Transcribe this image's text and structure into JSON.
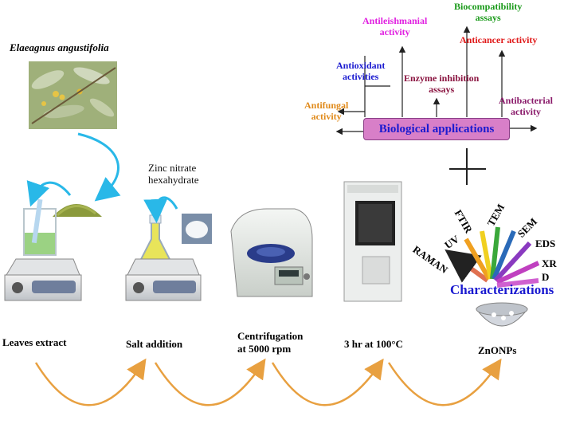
{
  "species": "Elaeagnus angustifolia",
  "reagent": {
    "line1": "Zinc nitrate",
    "line2": "hexahydrate"
  },
  "steps": {
    "leaves": "Leaves extract",
    "salt": "Salt addition",
    "centrifuge_l1": "Centrifugation",
    "centrifuge_l2": "at 5000 rpm",
    "heat": "3 hr at 100°C",
    "product": "ZnONPs"
  },
  "biological": {
    "center": "Biological applications",
    "antifungal_l1": "Antifungal",
    "antifungal_l2": "activity",
    "antioxidant_l1": "Antioxidant",
    "antioxidant_l2": "activities",
    "antileish_l1": "Antileishmanial",
    "antileish_l2": "activity",
    "enzyme_l1": "Enzyme inhibition",
    "enzyme_l2": "assays",
    "biocompat_l1": "Biocompatibility",
    "biocompat_l2": "assays",
    "anticancer": "Anticancer activity",
    "antibacterial_l1": "Antibacterial",
    "antibacterial_l2": "activity"
  },
  "characterizations": {
    "title": "Characterizations",
    "raman": "RAMAN",
    "uv": "UV",
    "ftir": "FTIR",
    "tem": "TEM",
    "sem": "SEM",
    "eds": "EDS",
    "xr": "XR",
    "d": "D"
  },
  "colors": {
    "orange_arrow": "#e8a040",
    "cyan_arrow": "#29b8e8",
    "antifungal": "#e08a1a",
    "antioxidant": "#1a1ad0",
    "antileish": "#e020e0",
    "enzyme": "#8a1440",
    "biocompat": "#1a9a1a",
    "anticancer": "#e01a1a",
    "antibacterial": "#8a1a6a"
  }
}
